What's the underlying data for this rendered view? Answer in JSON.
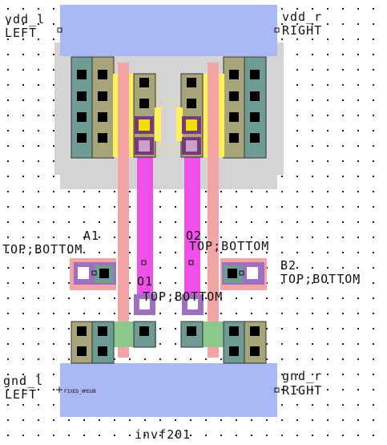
{
  "cell": {
    "name": "invf201"
  },
  "pins": [
    {
      "id": "vdd_l",
      "name": "vdd_l",
      "side": "LEFT"
    },
    {
      "id": "vdd_r",
      "name": "vdd_r",
      "side": "RIGHT"
    },
    {
      "id": "gnd_l",
      "name": "gnd_l",
      "side": "LEFT"
    },
    {
      "id": "gnd_r",
      "name": "gnd_r",
      "side": "RIGHT"
    },
    {
      "id": "A1",
      "name": "A1",
      "side": "TOP;BOTTOM"
    },
    {
      "id": "O2",
      "name": "O2",
      "side": "TOP;BOTTOM"
    },
    {
      "id": "B2",
      "name": "B2",
      "side": "TOP;BOTTOM"
    },
    {
      "id": "O1",
      "name": "O1",
      "side": "TOP;BOTTOM"
    }
  ],
  "substrate_label": "FIXED_HMSUB",
  "colors": {
    "metal_rail": "#aab8f4",
    "nwell": "#d4d4d4",
    "poly": "#f4a4a4",
    "metal2": "#f050e8",
    "diffusion_gray": "#6e9c94",
    "diffusion_olive": "#a8a47a",
    "yellow": "#fff25a",
    "green_ndiff": "#8cc88c",
    "contact": "#000000",
    "via_fill": "#f0e000",
    "pad_rim": "#7a3a7a",
    "grid_dot": "#222222"
  }
}
